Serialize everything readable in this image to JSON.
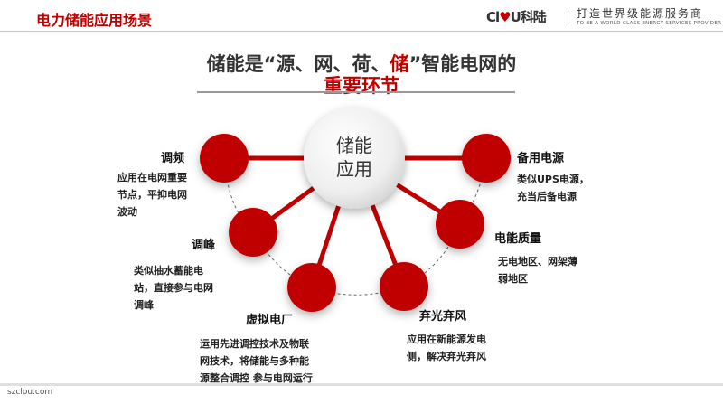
{
  "header": {
    "title": "电力储能应用场景",
    "logo_prefix": "Cl",
    "logo_mid": "♥",
    "logo_suffix": "U",
    "logo_cn": "科陆",
    "slogan": "打造世界级能源服务商",
    "slogan_en": "TO BE A WORLD-CLASS ENERGY SERVICES PROVIDER"
  },
  "title": {
    "line1_a": "储能是“源、网、荷、",
    "line1_red": "储",
    "line1_b": "”智能电网的",
    "line2": "重要环节"
  },
  "center": {
    "line1": "储能",
    "line2": "应用"
  },
  "nodes": [
    {
      "label": "调频",
      "desc": [
        "应用在电网重要",
        "节点，平抑电网",
        "波动"
      ]
    },
    {
      "label": "调峰",
      "desc": [
        "类似抽水蓄能电",
        "站，直接参与电网",
        "调峰"
      ]
    },
    {
      "label": "虚拟电厂",
      "desc": [
        "运用先进调控技术及物联",
        "网技术，将储能与多种能",
        "源整合调控 参与电网运行"
      ]
    },
    {
      "label": "弃光弃风",
      "desc": [
        "应用在新能源发电",
        "侧，解决弃光弃风"
      ]
    },
    {
      "label": "电能质量",
      "desc": [
        "无电地区、网架薄",
        "弱地区"
      ]
    },
    {
      "label": "备用电源",
      "desc": [
        "类似UPS电源，",
        "充当后备电源"
      ]
    }
  ],
  "colors": {
    "accent": "#c00000"
  },
  "footer": {
    "site": "szclou.com"
  }
}
